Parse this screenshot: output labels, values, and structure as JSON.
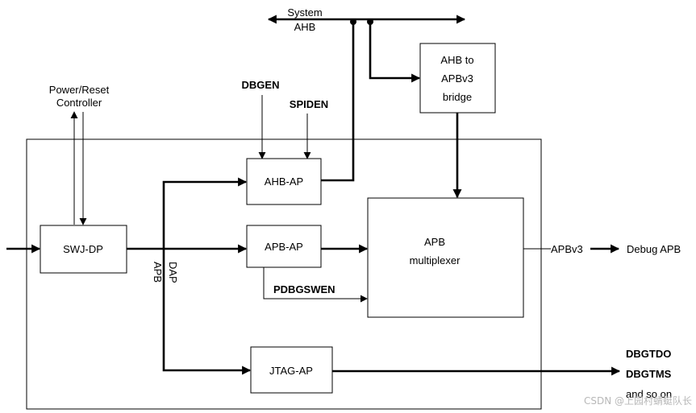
{
  "blocks": {
    "swj_dp": "SWJ-DP",
    "ahb_ap": "AHB-AP",
    "apb_ap": "APB-AP",
    "jtag_ap": "JTAG-AP",
    "apb_mux_line1": "APB",
    "apb_mux_line2": "multiplexer",
    "bridge_line1": "AHB to",
    "bridge_line2": "APBv3",
    "bridge_line3": "bridge"
  },
  "signals": {
    "system_ahb_line1": "System",
    "system_ahb_line2": "AHB",
    "power_reset_line1": "Power/Reset",
    "power_reset_line2": "Controller",
    "dbgen": "DBGEN",
    "spiden": "SPIDEN",
    "pdbgswen": "PDBGSWEN",
    "dap_apb_line1": "DAP",
    "dap_apb_line2": "APB",
    "apbv3": "APBv3",
    "debug_apb": "Debug APB",
    "dbgtdo": "DBGTDO",
    "dbgtms": "DBGTMS",
    "and_so_on": "and so on"
  },
  "watermark": "CSDN @上园村蜻蜓队长"
}
